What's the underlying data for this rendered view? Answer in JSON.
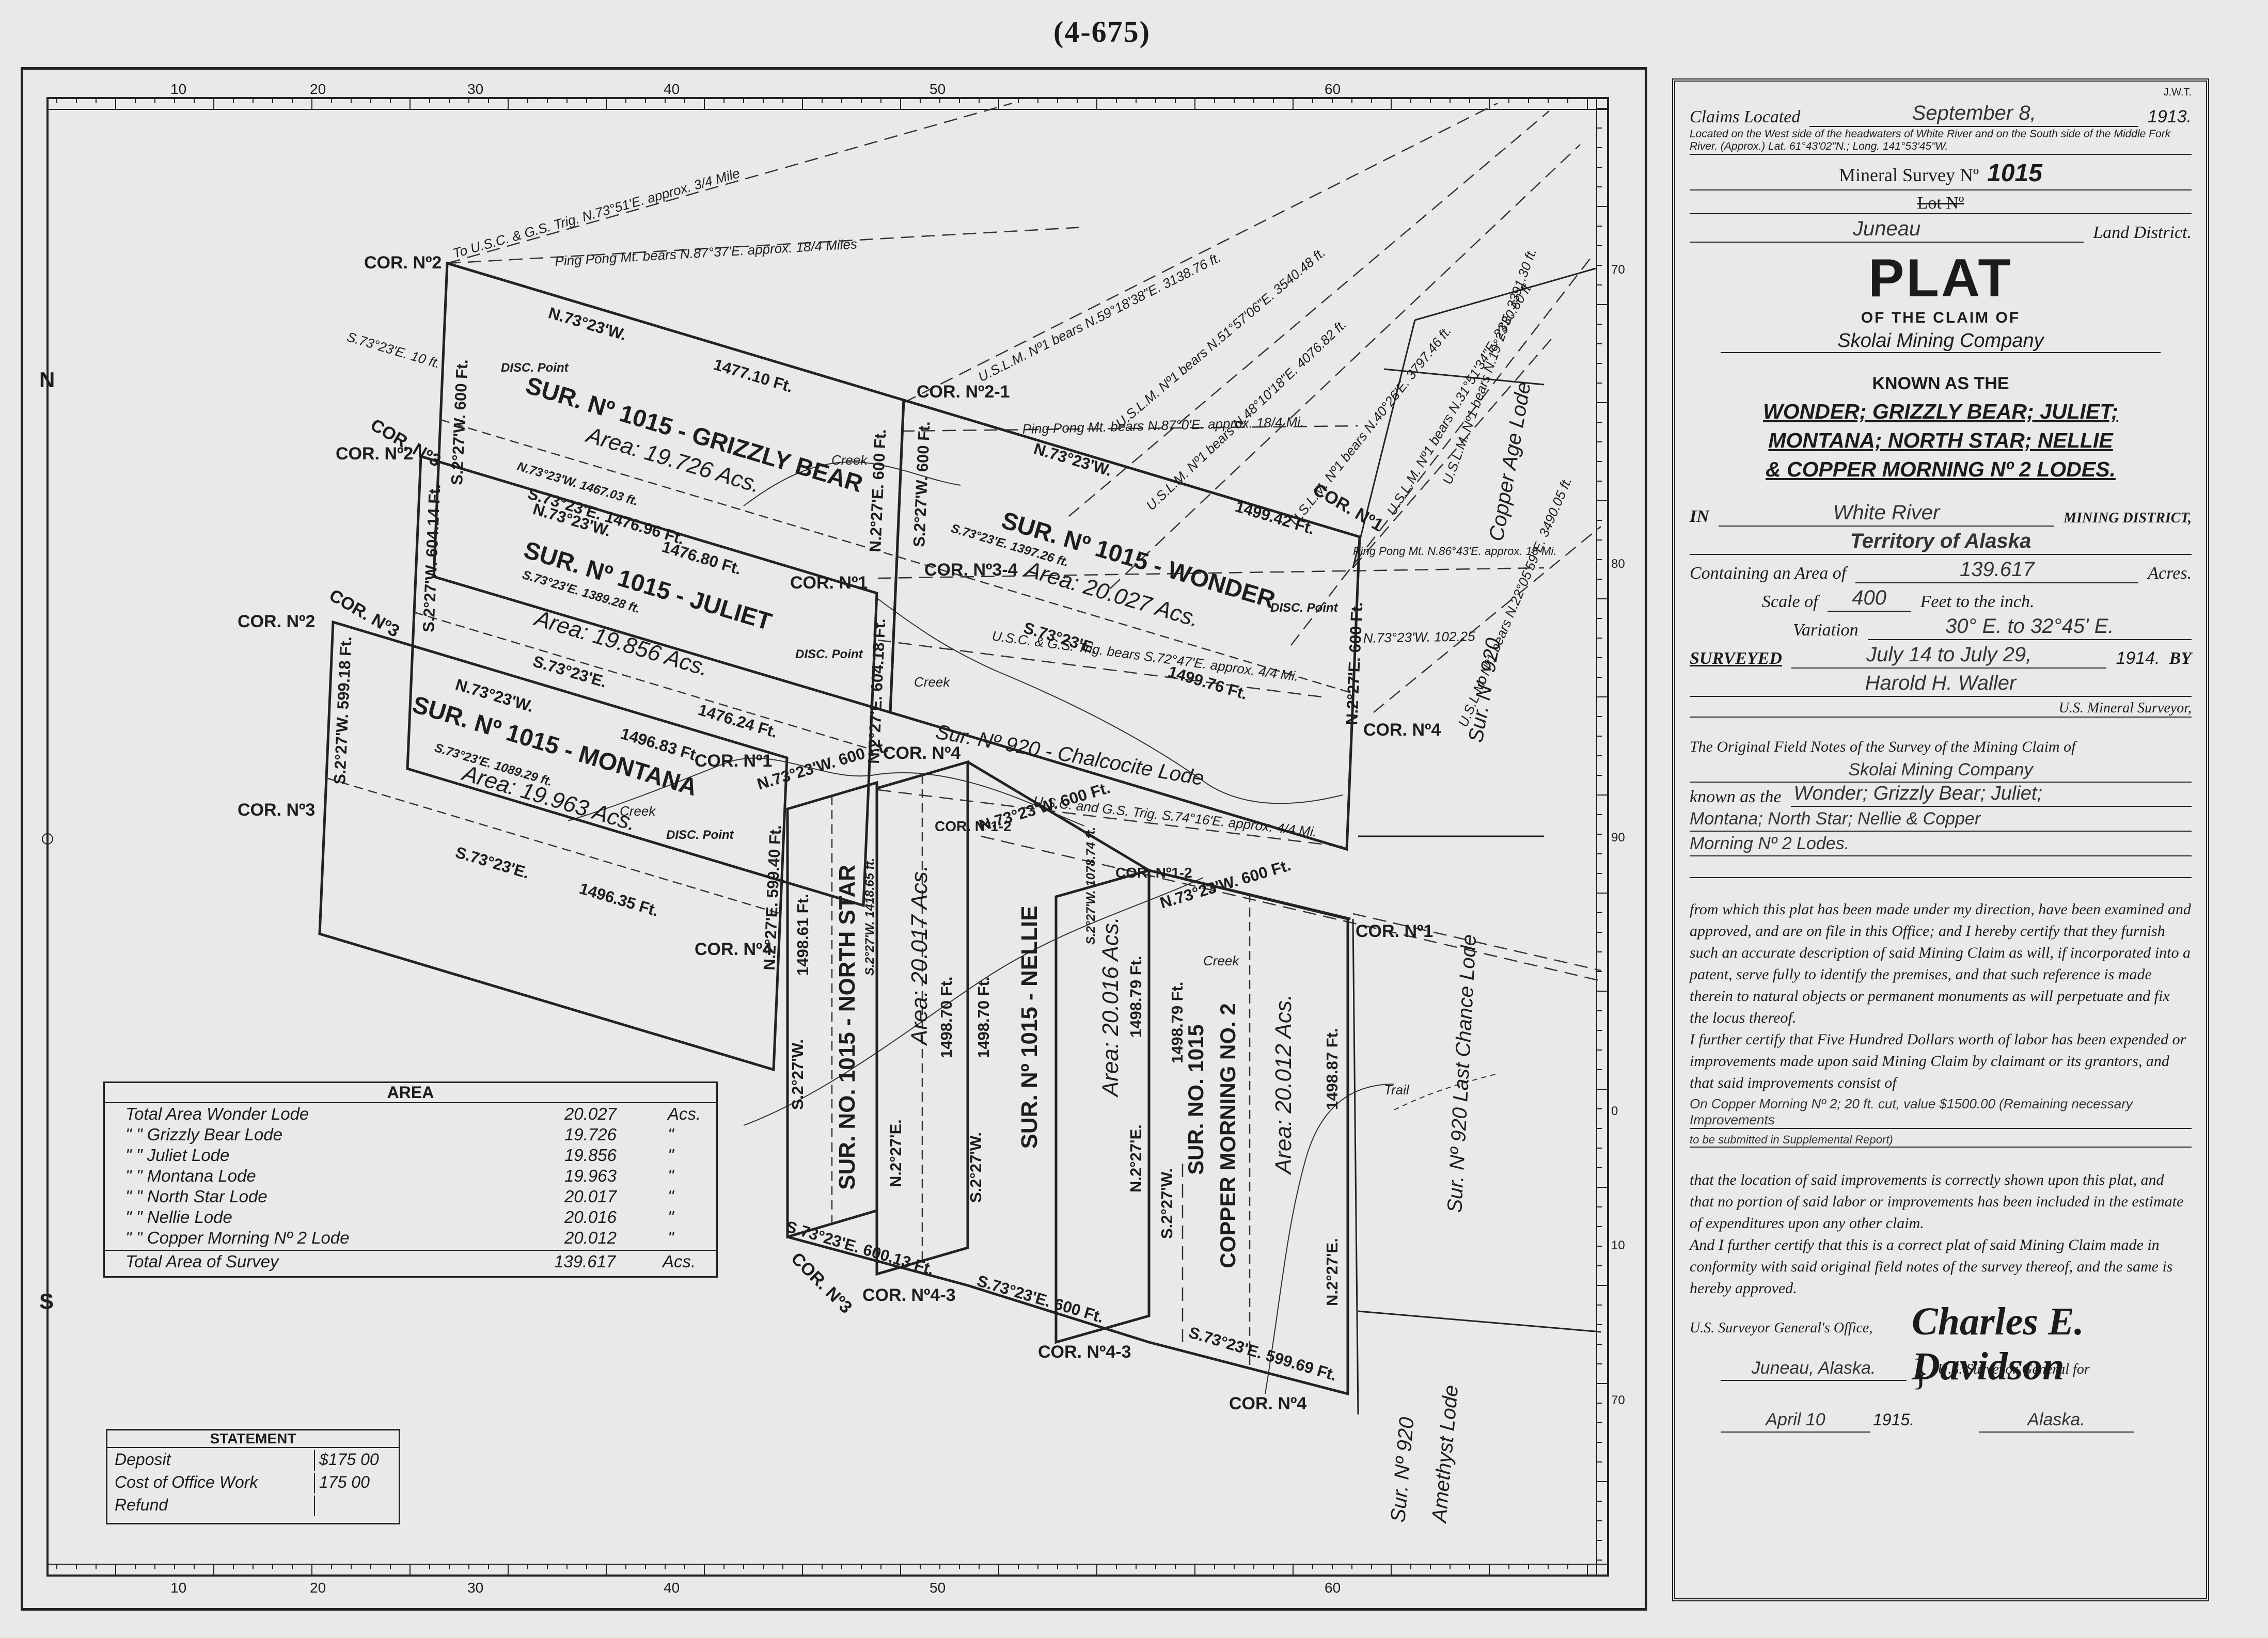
{
  "sheet_number": "(4-675)",
  "map": {
    "north_label": "N",
    "south_label": "S",
    "border_numbers": [
      "10",
      "20",
      "30",
      "40",
      "50",
      "60"
    ],
    "border_numbers_right": [
      "70",
      "80",
      "90",
      "0",
      "10",
      "70"
    ],
    "corners": {
      "gb_cor2": "COR. Nº2",
      "gb_cor21": "COR. Nº2-1",
      "gb_cor3": "COR. Nº3",
      "jul_cor2": "COR. Nº2",
      "jul_cor3": "COR. Nº3",
      "mon_cor2": "COR. Nº2",
      "mon_cor3": "COR. Nº3",
      "mon_cor4": "COR. Nº4",
      "mon_cor1": "COR. Nº1",
      "cor34": "COR. Nº3-4",
      "wonder_cor1": "COR. Nº1",
      "wonder_cor4": "COR. Nº4",
      "jul_cor1": "COR. Nº1",
      "cor4_center": "COR. Nº4",
      "ns_cor12": "COR. Nº1-2",
      "nel_cor12": "COR. Nº1-2",
      "cm_cor1": "COR. Nº1",
      "ns_cor3": "COR. Nº3",
      "ns_cor43": "COR. Nº4-3",
      "nel_cor43": "COR. Nº4-3",
      "cm_cor4": "COR. Nº4"
    },
    "claims": {
      "grizzly_bear": {
        "name": "SUR. Nº 1015 - GRIZZLY BEAR",
        "area": "Area: 19.726 Acs."
      },
      "wonder": {
        "name": "SUR. Nº 1015 - WONDER",
        "area": "Area: 20.027 Acs."
      },
      "juliet": {
        "name": "SUR. Nº 1015 - JULIET",
        "area": "Area: 19.856 Acs."
      },
      "montana": {
        "name": "SUR. Nº 1015 - MONTANA",
        "area": "Area: 19.963 Acs."
      },
      "north_star": {
        "name": "SUR. NO. 1015 - NORTH STAR",
        "area": "Area: 20.017 Acs."
      },
      "nellie": {
        "name": "SUR. Nº 1015 - NELLIE",
        "area": "Area: 20.016 Acs."
      },
      "copper_morning": {
        "name": "SUR. NO. 1015",
        "name2": "COPPER MORNING NO. 2",
        "area": "Area: 20.012 Acs."
      }
    },
    "bearings": {
      "gb_north": "N.73°23'W.",
      "gb_north_len": "1477.10 Ft.",
      "gb_west": "S.2°27'W. 600 Ft.",
      "gb_south": "N.73°23'W. 1467.03 ft.",
      "gb_south_e": "S.73°23'E. 1476.96 Ft.",
      "gb_east": "N.2°27'E. 600 Ft.",
      "wonder_north": "N.73°23'W.",
      "wonder_north_len": "1499.42 Ft.",
      "wonder_center": "S.73°23'E. 1397.26 ft.",
      "wonder_south": "S.73°23'E.",
      "wonder_south_len": "1499.76 Ft.",
      "wonder_east": "N.2°27'E. 600 Ft.",
      "wonder_west": "S.2°27'W. 600 Ft.",
      "jul_north": "N.73°23'W.",
      "jul_north_len": "1476.80 Ft.",
      "jul_center": "S.73°23'E. 1389.28 ft.",
      "jul_south": "S.73°23'E.",
      "jul_south_len": "1476.24 Ft.",
      "jul_west": "S.2°27'W. 604.14 Ft.",
      "jul_east": "N.2°27'E. 604.18 Ft.",
      "mon_north": "N.73°23'W.",
      "mon_north_len": "1496.83 Ft.",
      "mon_center": "S.73°23'E. 1089.29 ft.",
      "mon_south": "S.73°23'E.",
      "mon_south_len": "1496.35 Ft.",
      "mon_west": "S.2°27'W. 599.18 Ft.",
      "mon_east": "N.2°27'E. 599.40 Ft.",
      "ns_north": "N.73°23'W. 600 Ft.",
      "ns_west": "S.2°27'W.",
      "ns_west_len": "1498.61 Ft.",
      "ns_center": "S.2°27'W. 1418.65 ft.",
      "ns_east": "N.2°27'E.",
      "ns_east_len": "1498.70 Ft.",
      "ns_south": "S.73°23'E. 600.13 Ft.",
      "nel_north": "N.73°23'W. 600 Ft.",
      "nel_west": "S.2°27'W.",
      "nel_west_len": "1498.70 Ft.",
      "nel_center": "S.2°27'W. 1078.74 ft.",
      "nel_east": "N.2°27'E.",
      "nel_east_len": "1498.79 Ft.",
      "nel_south": "S.73°23'E. 600 Ft.",
      "cm_north": "N.73°23'W. 600 Ft.",
      "cm_west": "S.2°27'W.",
      "cm_west_len": "1498.79 Ft.",
      "cm_east": "N.2°27'E.",
      "cm_east_len": "1498.87 Ft.",
      "cm_south": "S.73°23'E. 599.69 Ft."
    },
    "ties": {
      "usc_gs_trig": "To U.S.C. & G.S. Trig. N.73°51'E. approx. 3/4 Mile",
      "ping_pong_1": "Ping Pong Mt. bears N.87°37'E. approx. 18/4 Miles",
      "uslm_1": "U.S.L.M. Nº1 bears N.59°18'38\"E. 3138.76 ft.",
      "uslm_2": "U.S.L.M. Nº1 bears N.51°57'06\"E. 3540.48 ft.",
      "uslm_3": "U.S.L.M. Nº1 bears N.48°10'18\"E. 4076.82 ft.",
      "uslm_4": "U.S.L.M. Nº1 bears N.40°26'E. 3797.46 ft.",
      "uslm_5": "U.S.L.M. Nº1 bears N.31°51'34\"E. 2330.60 ft.",
      "uslm_6": "U.S.L.M. Nº1 bears N.19°23'E. 3391.30 ft.",
      "uslm_7": "U.S.L.M. Nº1 bears N.22°05'59\"E. 3490.05 ft.",
      "ping_pong_2": "Ping Pong Mt. bears N.87°0'E. approx. 18/4 Mi.",
      "ping_pong_3": "Ping Pong Mt. N.86°43'E. approx. 18 Mi.",
      "usc_gs_2": "U.S.C. & G.S. Trig. bears S.72°47'E. approx. 4/4 Mi.",
      "usc_gs_3": "U.S.C. and G.S. Trig. S.74°16'E. approx. 4/4 Mi.",
      "s7323e_10ft": "S.73°23'E. 10 ft.",
      "n7323w_10225": "N.73°23'W. 102.25",
      "creek": "Creek",
      "trail": "Trail",
      "disc_point": "DISC. Point"
    },
    "adjoining": {
      "chalcocite": "Sur. Nº 920 - Chalcocite Lode",
      "copper_age": "Copper Age Lode",
      "sur920_a": "Sur. Nº 920",
      "last_chance": "Sur. Nº 920 Last Chance Lode",
      "amethyst_1": "Sur. Nº 920",
      "amethyst_2": "Amethyst Lode"
    }
  },
  "area_table": {
    "header": "AREA",
    "rows": [
      {
        "label": "Total Area Wonder Lode",
        "value": "20.027",
        "unit": "Acs."
      },
      {
        "label": "\"       \"    Grizzly Bear Lode",
        "value": "19.726",
        "unit": "\""
      },
      {
        "label": "\"       \"    Juliet Lode",
        "value": "19.856",
        "unit": "\""
      },
      {
        "label": "\"       \"    Montana Lode",
        "value": "19.963",
        "unit": "\""
      },
      {
        "label": "\"       \"    North Star Lode",
        "value": "20.017",
        "unit": "\""
      },
      {
        "label": "\"       \"    Nellie Lode",
        "value": "20.016",
        "unit": "\""
      },
      {
        "label": "\"       \"    Copper Morning Nº 2 Lode",
        "value": "20.012",
        "unit": "\""
      }
    ],
    "total_label": "Total Area of Survey",
    "total_value": "139.617",
    "total_unit": "Acs."
  },
  "statement": {
    "header": "STATEMENT",
    "rows": [
      {
        "label": "Deposit",
        "value": "$175 00"
      },
      {
        "label": "Cost of Office Work",
        "value": "175 00"
      },
      {
        "label": "Refund",
        "value": ""
      }
    ]
  },
  "title_block": {
    "initials": "J.W.T.",
    "claims_located_label": "Claims Located",
    "claims_located_value": "September 8,",
    "claims_located_year": "1913.",
    "location_note": "Located on the West side of the headwaters of White River and on the South side of the Middle Fork River. (Approx.) Lat. 61°43'02\"N.; Long. 141°53'45\"W.",
    "mineral_survey_label": "Mineral Survey Nº",
    "mineral_survey_no": "1015",
    "lot_label": "Lot Nº",
    "land_district_value": "Juneau",
    "land_district_label": "Land District.",
    "plat": "PLAT",
    "of_claim": "OF THE CLAIM OF",
    "claimant": "Skolai Mining Company",
    "known_as": "KNOWN AS THE",
    "lodes_line1": "WONDER; GRIZZLY BEAR; JULIET;",
    "lodes_line2": "MONTANA; NORTH STAR; NELLIE",
    "lodes_line3": "& COPPER MORNING Nº 2 LODES.",
    "in_label": "IN",
    "district_value": "White River",
    "district_label": "MINING DISTRICT,",
    "territory": "Territory of Alaska",
    "containing_label": "Containing an Area of",
    "area_value": "139.617",
    "acres_label": "Acres.",
    "scale_label": "Scale of",
    "scale_value": "400",
    "scale_unit": "Feet to the inch.",
    "variation_label": "Variation",
    "variation_value": "30° E. to 32°45' E.",
    "surveyed_label": "SURVEYED",
    "surveyed_value": "July 14 to July 29,",
    "surveyed_year": "1914.",
    "by_label": "BY",
    "surveyor": "Harold H. Waller",
    "surveyor_title": "U.S. Mineral Surveyor,",
    "cert_intro": "The Original Field Notes of the Survey of the Mining Claim of",
    "cert_claimant": "Skolai Mining Company",
    "known_as_the": "known as the",
    "cert_lodes_1": "Wonder; Grizzly Bear; Juliet;",
    "cert_lodes_2": "Montana; North Star; Nellie & Copper",
    "cert_lodes_3": "Morning Nº 2 Lodes.",
    "cert_para1": "from which this plat has been made under my direction, have been examined and approved, and are on file in this Office; and I hereby certify that they furnish such an accurate description of said Mining Claim as will, if incorporated into a patent, serve fully to identify the premises, and that such reference is made therein to natural objects or permanent monuments as will perpetuate and fix the locus thereof.",
    "cert_para2": "I further certify that Five Hundred Dollars worth of labor has been expended or improvements made upon said Mining Claim by claimant or its grantors, and that said improvements consist of",
    "improvements_1": "On Copper Morning Nº 2; 20 ft. cut, value $1500.00 (Remaining necessary Improvements",
    "improvements_2": "to be submitted in Supplemental Report)",
    "cert_para3": "that the location of said improvements is correctly shown upon this plat, and that no portion of said labor or improvements has been included in the estimate of expenditures upon any other claim.",
    "cert_para4": "And I further certify that this is a correct plat of said Mining Claim made in conformity with said original field notes of the survey thereof, and the same is hereby approved.",
    "office_label": "U.S. Surveyor General's Office,",
    "signature": "Charles E. Davidson",
    "office_place": "Juneau, Alaska.",
    "sg_title": "U.S. Surveyor General for",
    "date_value": "April 10",
    "date_year": "1915.",
    "sg_state": "Alaska."
  }
}
